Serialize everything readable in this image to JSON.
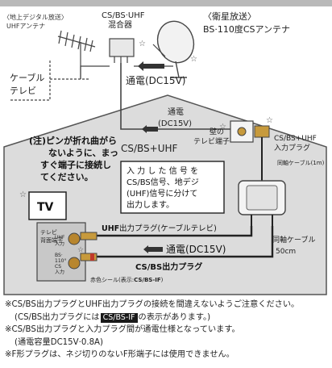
{
  "colors": {
    "gray_band": "#b9b9b9",
    "house_gray": "#d9d9d9",
    "outline": "#555555",
    "cable": "#222222",
    "gold_plug": "#c79a3c",
    "red_seal": "#c0392b"
  },
  "top": {
    "terrestrial_label_1": "〈地上デジタル放送〉",
    "terrestrial_label_2": "UHFアンテナ",
    "mixer_label_1": "CS/BS·UHF",
    "mixer_label_2": "混合器",
    "satellite_label_1": "〈衛星放送〉",
    "satellite_label_2": "BS·110度CSアンテナ",
    "cable_tv_1": "ケーブル",
    "cable_tv_2": "テレビ",
    "power_top": "通電(DC15V)"
  },
  "house": {
    "power_inside_1": "通電",
    "power_inside_2": "(DC15V)",
    "wall_terminal_1": "壁の",
    "wall_terminal_2": "テレビ端子",
    "input_plug_1": "CS/BS+UHF",
    "input_plug_2": "入力プラグ",
    "same_cable_1m": "同軸ケーブル(1m)",
    "signal_label": "CS/BS+UHF",
    "warning_lines": [
      "(注)ピンが折れ曲がら",
      "ないように、まっ",
      "すぐ端子に接続し",
      "てください。"
    ],
    "explain_lines": [
      "入 力 し た 信 号 を",
      "CS/BS信号、地デジ",
      "(UHF)信号に分けて",
      "出力します。"
    ],
    "tv_label": "TV",
    "tv_back_1": "テレビ",
    "tv_back_2": "背面端子",
    "port_uhf_1": "UHF",
    "port_uhf_2": "入力",
    "port_bs_1": "BS·",
    "port_bs_2": "110°",
    "port_bs_3": "CS",
    "port_bs_4": "入力",
    "uhf_out_bold": "UHF",
    "uhf_out_rest": "出力プラグ(ケーブルテレビ)",
    "power_mid": "通電(DC15V)",
    "csbs_out": "CS/BS出力プラグ",
    "coax_50_1": "同軸ケーブル",
    "coax_50_2": "50cm",
    "red_seal_text": "赤色シール(表示:",
    "red_seal_tag": "CS/BS-IF",
    "red_seal_close": ")"
  },
  "notes": {
    "line1": "※CS/BS出力プラグとUHF出力プラグの接続を間違えないようご注意ください。",
    "line2_a": "(CS/BS出力プラグには",
    "line2_tag": "CS/BS-IF",
    "line2_b": "の表示があります。)",
    "line3": "※CS/BS出力プラグと入力プラグ間が通電仕様となっています。",
    "line4": "(通電容量DC15V·0.8A)",
    "line5": "※F形プラグは、ネジ切りのないF形端子には使用できません。"
  }
}
